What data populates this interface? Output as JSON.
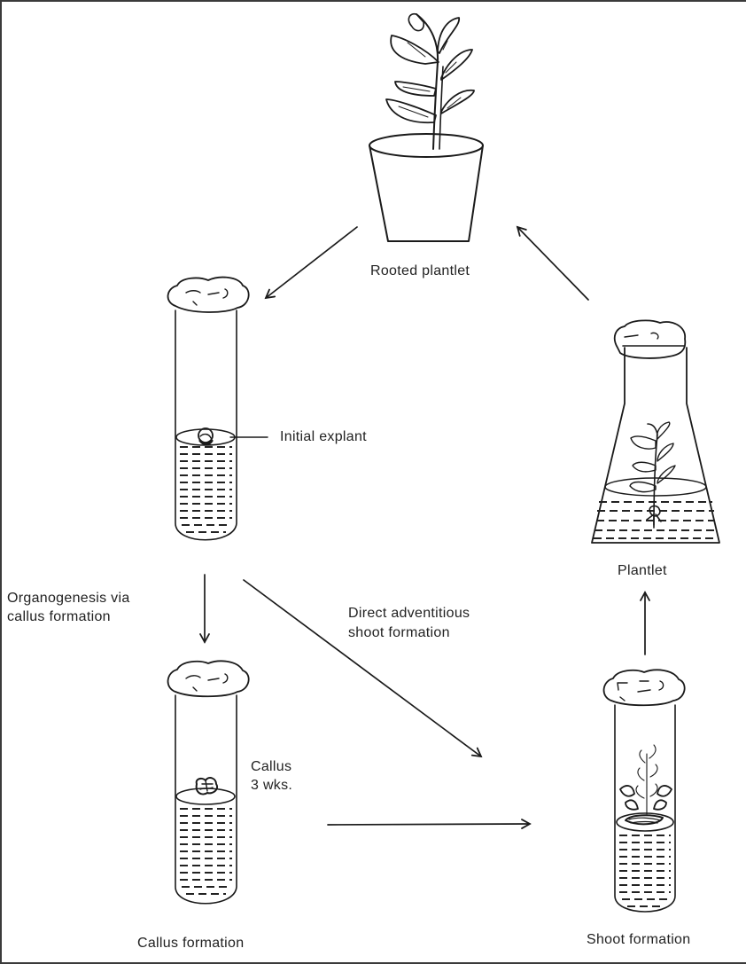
{
  "diagram": {
    "title": "Plant tissue culture regeneration cycle",
    "stages": [
      {
        "id": "rooted-plantlet",
        "label": "Rooted plantlet"
      },
      {
        "id": "initial-explant",
        "label": "Initial explant"
      },
      {
        "id": "plantlet",
        "label": "Plantlet"
      },
      {
        "id": "callus",
        "label_line1": "Callus",
        "label_line2": "3 wks."
      },
      {
        "id": "callus-formation",
        "label": "Callus formation"
      },
      {
        "id": "shoot-formation",
        "label": "Shoot formation"
      }
    ],
    "pathways": {
      "organogenesis_line1": "Organogenesis via",
      "organogenesis_line2": "callus formation",
      "direct_line1": "Direct adventitious",
      "direct_line2": "shoot formation"
    },
    "edges": [
      {
        "from": "rooted-plantlet",
        "to": "initial-explant"
      },
      {
        "from": "initial-explant",
        "to": "callus-formation"
      },
      {
        "from": "initial-explant",
        "to": "shoot-formation"
      },
      {
        "from": "callus-formation",
        "to": "shoot-formation"
      },
      {
        "from": "shoot-formation",
        "to": "plantlet"
      },
      {
        "from": "plantlet",
        "to": "rooted-plantlet"
      }
    ],
    "colors": {
      "ink": "#1a1a1a",
      "background": "#ffffff",
      "border": "#3a3a3a"
    }
  }
}
